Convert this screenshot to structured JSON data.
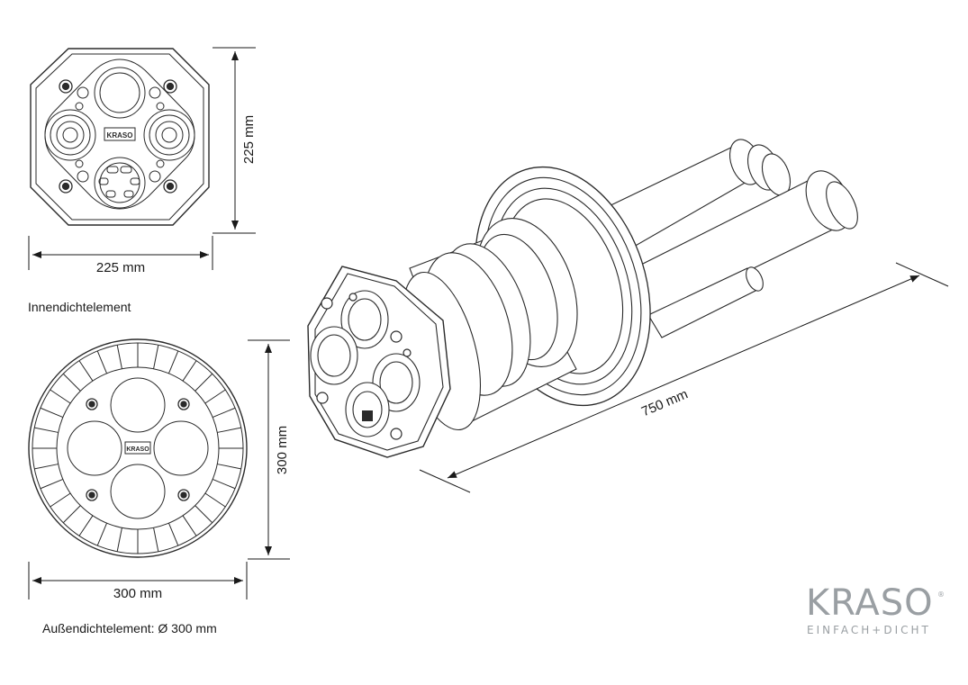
{
  "dimensions": {
    "inner_width": "225 mm",
    "inner_height": "225 mm",
    "outer_width": "300 mm",
    "outer_height": "300 mm",
    "length": "750 mm"
  },
  "captions": {
    "inner": "Innendichtelement",
    "outer": "Außendichtelement: Ø 300 mm"
  },
  "drawing_text": {
    "inner_badge": "KRASO",
    "outer_badge": "KRASO"
  },
  "logo": {
    "word": "KRASO",
    "registered": "®",
    "tagline": "EINFACH+DICHT",
    "color": "#9a9fa3"
  },
  "colors": {
    "line": "#2a2a2a",
    "background": "#ffffff"
  }
}
